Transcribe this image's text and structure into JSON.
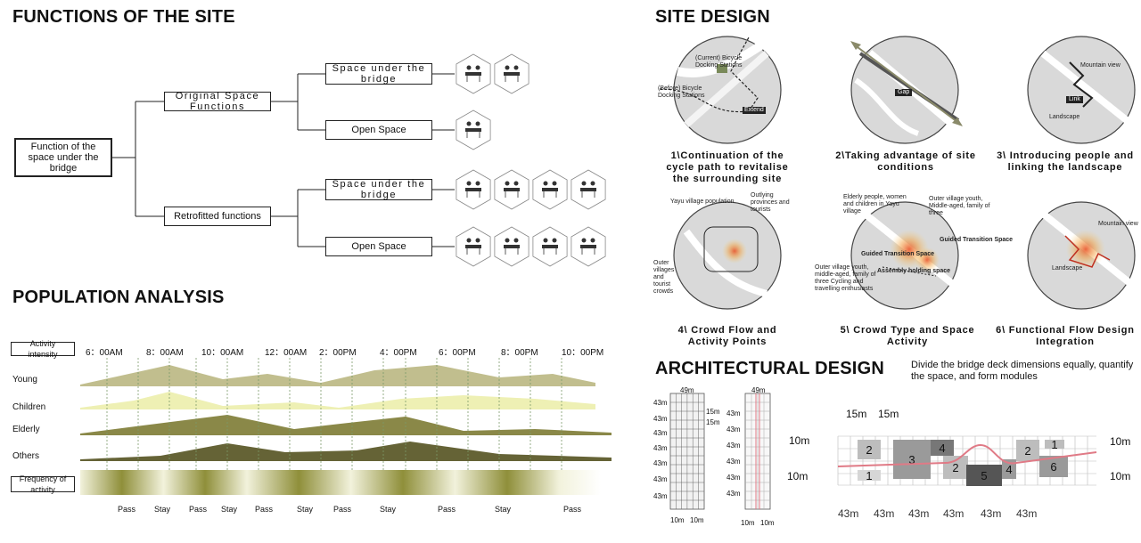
{
  "functions": {
    "title": "FUNCTIONS OF THE SITE",
    "root": "Function of the space under the bridge",
    "original": "Original Space Functions",
    "retrofitted": "Retrofitted functions",
    "leaf_under_1": "Space under the bridge",
    "leaf_open_1": "Open Space",
    "leaf_under_2": "Space under the bridge",
    "leaf_open_2": "Open Space"
  },
  "population": {
    "title": "POPULATION ANALYSIS",
    "activity_label": "Activity intensity",
    "frequency_label": "Frequency of activity",
    "times": [
      "6：00AM",
      "8：00AM",
      "10：00AM",
      "12：00AM",
      "2：00PM",
      "4：00PM",
      "6：00PM",
      "8：00PM",
      "10：00PM"
    ],
    "groups": [
      "Young",
      "Children",
      "Elderly",
      "Others"
    ],
    "freq": [
      "Pass",
      "Stay",
      "Pass",
      "Stay",
      "Pass",
      "Stay",
      "Pass",
      "Stay",
      "Pass",
      "Stay",
      "Pass"
    ]
  },
  "site": {
    "title": "SITE DESIGN",
    "captions": [
      "1\\Continuation of the cycle path to revitalise the surrounding site",
      "2\\Taking advantage of site conditions",
      "3\\ Introducing people and linking the landscape",
      "4\\ Crowd Flow and Activity Points",
      "5\\ Crowd Type and Space Activity",
      "6\\ Functional Flow Design Integration"
    ],
    "notes": {
      "c1a": "(Current) Bicycle Docking Stations",
      "c1b": "(Before) Bicycle Docking Stations",
      "c1c": "Extend",
      "c2a": "Gap",
      "c3a": "Mountain view",
      "c3b": "Link",
      "c3c": "Landscape",
      "c4a": "Yayu village population",
      "c4b": "Outlying provinces and tourists",
      "c4c": "Outer villages and tourist crowds",
      "c5a": "Elderly people, women and children in Yayu village",
      "c5b": "Outer village youth, Middle-aged, family of three",
      "c5c": "Guided Transition Space",
      "c5d": "Guided Transition Space",
      "c5e": "Assembly holding space",
      "c5f": "Outer village youth, middle-aged, family of three Cycling and travelling enthusiasts",
      "c6a": "Mountain view",
      "c6b": "Landscape"
    }
  },
  "arch": {
    "title": "ARCHITECTURAL DESIGN",
    "desc": "Divide the bridge deck dimensions equally, quantify the space, and form modules",
    "dim49a": "49m",
    "dim49b": "49m",
    "dim43": "43m",
    "dim15a": "15m",
    "dim15b": "15m",
    "dim10": "10m",
    "top15a": "15m",
    "top15b": "15m",
    "left10a": "10m",
    "left10b": "10m",
    "right10a": "10m",
    "right10b": "10m",
    "bottom43": [
      "43m",
      "43m",
      "43m",
      "43m",
      "43m",
      "43m"
    ],
    "modules": [
      "2",
      "3",
      "4",
      "2",
      "5",
      "4",
      "2",
      "1",
      "6",
      "1"
    ]
  },
  "colors": {
    "olive": "#8c8a4a",
    "dark_olive": "#5e5c30",
    "light": "#e9ecb0",
    "grey": "#9a9a9a",
    "dark": "#555555",
    "pink": "#e07a86"
  }
}
